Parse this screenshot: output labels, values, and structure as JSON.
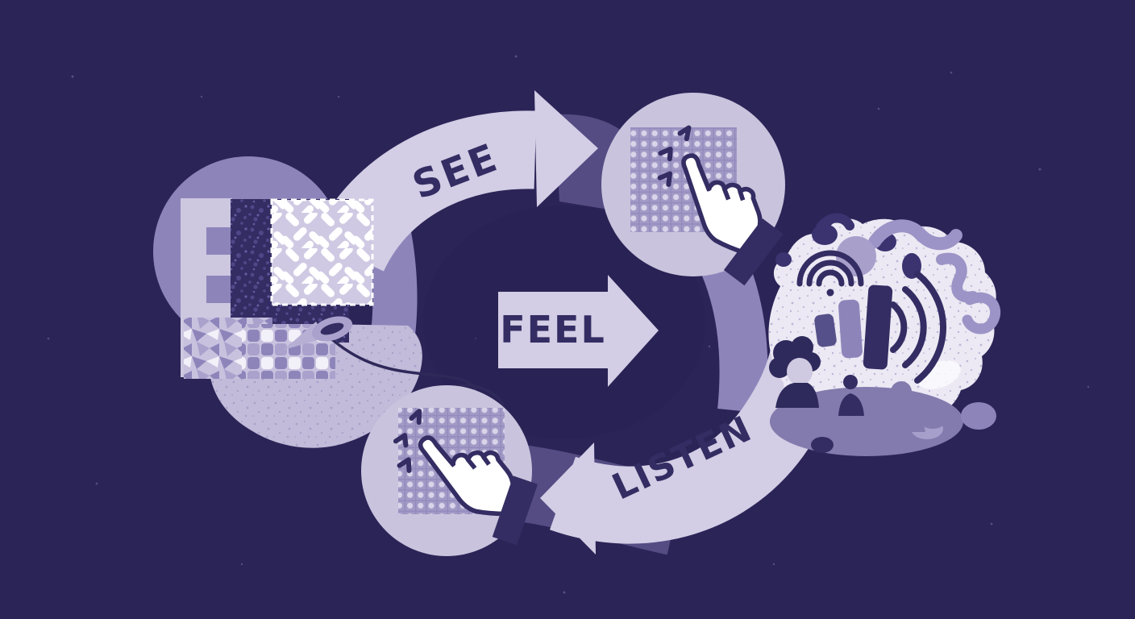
{
  "illustration": {
    "type": "cycle-diagram",
    "theme": "sensory loop for experiencing fabric: see, feel, listen",
    "labels": {
      "see": "SEE",
      "feel": "FEEL",
      "listen": "LISTEN"
    },
    "colors": {
      "background": "#2b2457",
      "band_light": "#d3cde5",
      "band_medium": "#8d85ba",
      "band_shadow": "#544c83",
      "ink": "#332d63",
      "circle_light": "#c9c3dd",
      "swatch_dark": "#342d64",
      "blob_light": "#c2bbd9",
      "head_light": "#ece9f4",
      "hand_white": "#ffffff"
    },
    "icons": [
      {
        "name": "fabric-swatch-stack-icon",
        "desc": "stack of fabric swatches: ruler strip, dark speckled cloth, white herringbone cloth, mosaic cloth"
      },
      {
        "name": "needle-thread-icon",
        "desc": "sewing needle with curling thread"
      },
      {
        "name": "tap-hand-icon",
        "desc": "hand tapping a woven mesh swatch",
        "count": 2
      },
      {
        "name": "mesh-swatch-icon",
        "desc": "woven grid fabric sample",
        "count": 2
      },
      {
        "name": "tap-sparks-icon",
        "desc": "small tap impact marks",
        "count": 2
      },
      {
        "name": "wifi-icon",
        "desc": "signal arcs with dot"
      },
      {
        "name": "volume-bars-icon",
        "desc": "three rising volume bars"
      },
      {
        "name": "sound-waves-icon",
        "desc": "sound arcs emanating right"
      },
      {
        "name": "person-silhouette-icon",
        "desc": "listening people silhouettes",
        "count": 3
      }
    ]
  }
}
